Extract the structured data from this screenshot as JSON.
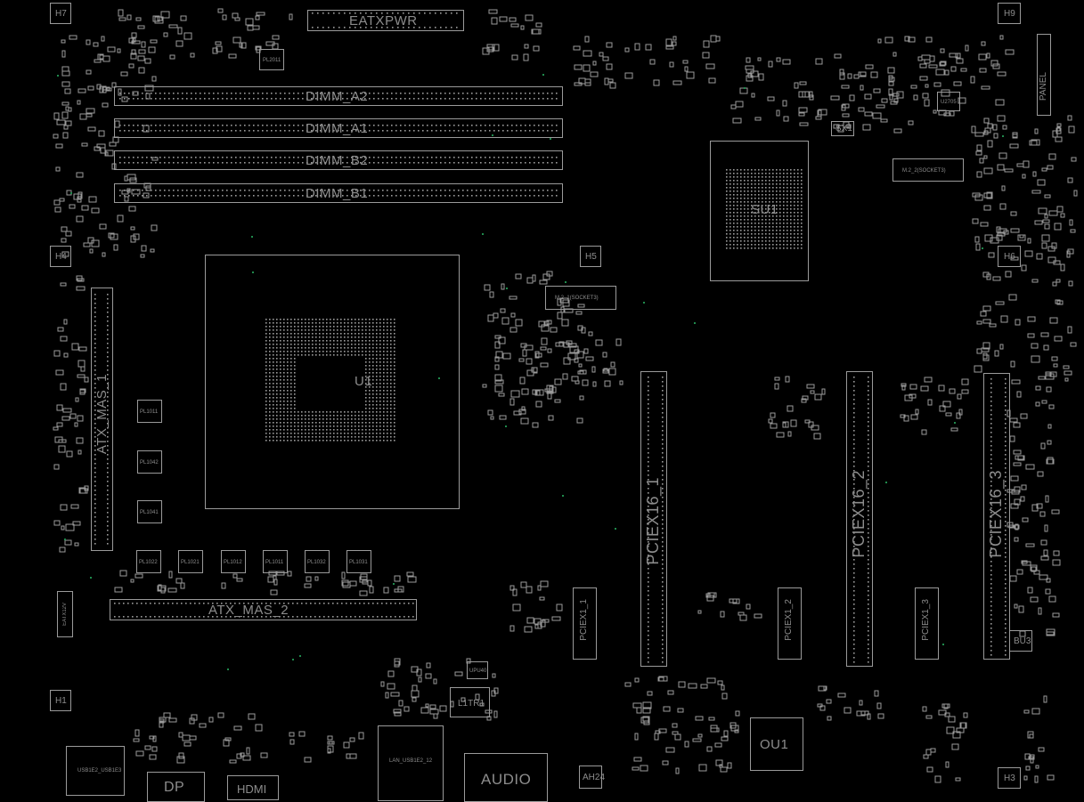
{
  "board": {
    "connectors": {
      "eatxpwr": "EATXPWR",
      "dimm_a2": "DIMM_A2",
      "dimm_a1": "DIMM_A1",
      "dimm_b2": "DIMM_B2",
      "dimm_b1": "DIMM_B1",
      "pciex16_1": "PCIEX16_1",
      "pciex16_2": "PCIEX16_2",
      "pciex16_3": "PCIEX16_3",
      "pciex1_1": "PCIEX1_1",
      "pciex1_2": "PCIEX1_2",
      "pciex1_3": "PCIEX1_3",
      "m2_1": "M.2_1(SOCKET3)",
      "m2_2": "M.2_2(SOCKET3)",
      "audio": "AUDIO",
      "hdmi": "HDMI",
      "dp": "DP",
      "panel": "PANEL",
      "eatx12v": "EATX12V",
      "lan_usb": "LAN_USB1E2_12",
      "usb_port": "USB1E2_USB1E3"
    },
    "chips": {
      "cpu": "U1",
      "pch": "SU1",
      "ou1": "OU1",
      "l1tr1": "L1TR1",
      "sx1": "SX1",
      "bu3": "BU3",
      "ah24": "AH24",
      "u2705": "U2705",
      "upu40": "UPU40"
    },
    "mountholes": [
      "H7",
      "H9",
      "H4",
      "H5",
      "H6",
      "H1",
      "H3"
    ],
    "side_texts": {
      "atx_left": "ATX_MAS_1",
      "atx_bottom": "ATX_MAS_2"
    },
    "inductors": {
      "row1": [
        "PL1011",
        "PL1042",
        "PL1041"
      ],
      "row2": [
        "PL1022",
        "PL1021",
        "PL1012",
        "PL1011",
        "PL1032",
        "PL1031"
      ],
      "top": "PL2011"
    }
  },
  "colors": {
    "background": "#000000",
    "outline": "#9a9a9a",
    "text": "#8c8c8c",
    "accent": "#1f8a4c"
  }
}
